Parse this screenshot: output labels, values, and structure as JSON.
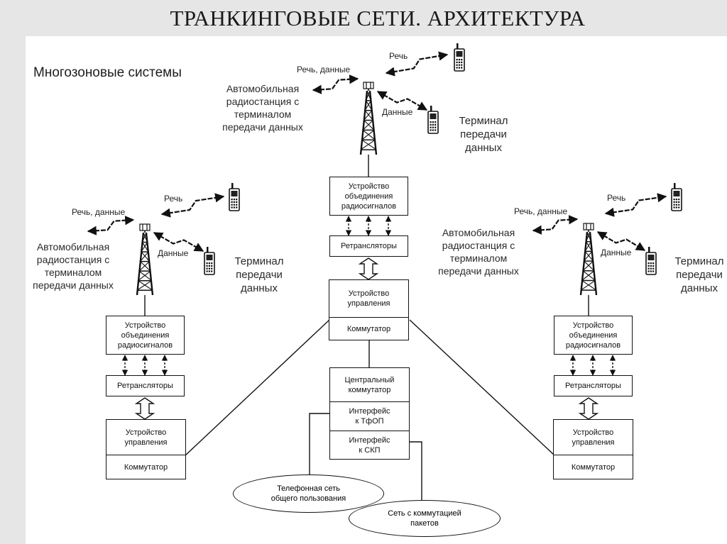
{
  "title": "ТРАНКИНГОВЫЕ СЕТИ. АРХИТЕКТУРА",
  "subtitle": "Многозоновые системы",
  "zones": {
    "top": {
      "station": "Автомобильная\nрадиостанция с\nтерминалом\nпередачи данных",
      "voice_data": "Речь, данные",
      "voice": "Речь",
      "data": "Данные",
      "terminal": "Терминал\nпередачи\nданных",
      "combiner": "Устройство\nобъединения\nрадиосигналов",
      "repeaters": "Ретрансляторы",
      "controller": "Устройство\nуправления",
      "switch": "Коммутатор"
    },
    "left": {
      "station": "Автомобильная\nрадиостанция с\nтерминалом\nпередачи данных",
      "voice_data": "Речь, данные",
      "voice": "Речь",
      "data": "Данные",
      "terminal": "Терминал\nпередачи\nданных",
      "combiner": "Устройство\nобъединения\nрадиосигналов",
      "repeaters": "Ретрансляторы",
      "controller": "Устройство\nуправления",
      "switch": "Коммутатор"
    },
    "right": {
      "station": "Автомобильная\nрадиостанция с\nтерминалом\nпередачи данных",
      "voice_data": "Речь, данные",
      "voice": "Речь",
      "data": "Данные",
      "terminal": "Терминал\nпередачи\nданных",
      "combiner": "Устройство\nобъединения\nрадиосигналов",
      "repeaters": "Ретрансляторы",
      "controller": "Устройство\nуправления",
      "switch": "Коммутатор"
    }
  },
  "central": {
    "switch": "Центральный\nкоммутатор",
    "pstn_interface": "Интерфейс\nк ТфОП",
    "packet_interface": "Интерфейс\nк СКП",
    "pstn_network": "Телефонная сеть\nобщего пользования",
    "packet_network": "Сеть с коммутацией\nпакетов"
  },
  "colors": {
    "slide_background": "#e6e6e6",
    "canvas": "#ffffff",
    "ink": "#111111"
  }
}
